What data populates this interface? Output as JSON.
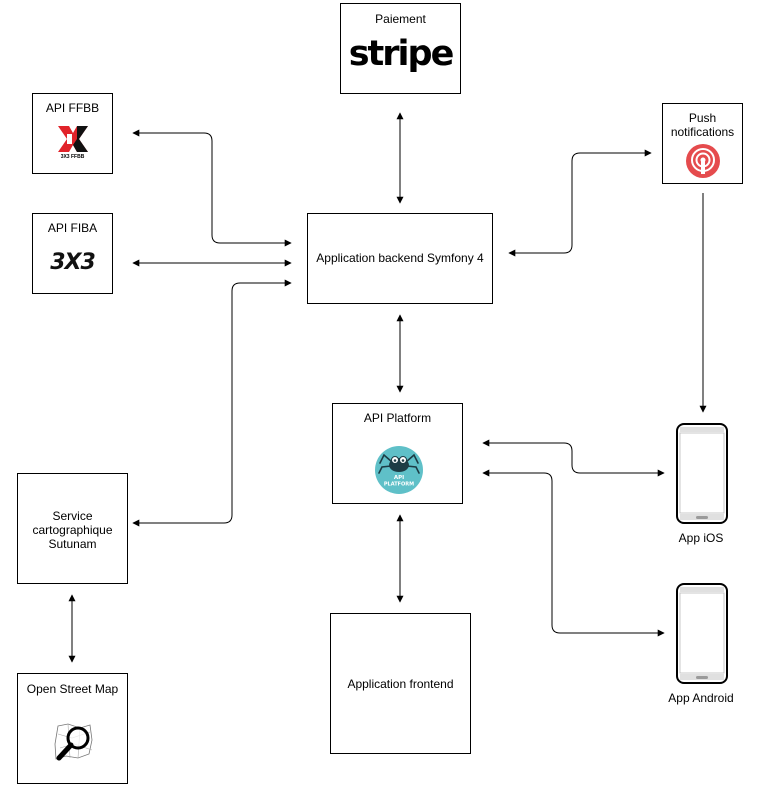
{
  "nodes": {
    "paiement": {
      "label": "Paiement",
      "logo_text": "stripe",
      "logo_icon": "stripe-logo"
    },
    "api_ffbb": {
      "label": "API FFBB",
      "logo_icon": "ffbb-3x3-logo",
      "logo_caption": "3X3 FFBB"
    },
    "api_fiba": {
      "label": "API FIBA",
      "logo_icon": "fiba-3x3-logo",
      "logo_text": "3X3"
    },
    "push": {
      "label_line1": "Push",
      "label_line2": "notifications",
      "logo_icon": "onesignal-icon"
    },
    "backend": {
      "label": "Application backend Symfony 4"
    },
    "api_platform": {
      "label": "API Platform",
      "logo_icon": "api-platform-spider-logo",
      "logo_line1": "API",
      "logo_line2": "PLATFORM"
    },
    "carto": {
      "label_line1": "Service",
      "label_line2": "cartographique",
      "label_line3": "Sutunam"
    },
    "osm": {
      "label": "Open Street Map",
      "logo_icon": "magnifier-map-icon"
    },
    "frontend": {
      "label": "Application frontend"
    },
    "app_ios": {
      "label": "App iOS",
      "icon": "smartphone-icon"
    },
    "app_android": {
      "label": "App Android",
      "icon": "smartphone-icon"
    }
  },
  "colors": {
    "stroke": "#000000",
    "ffbb_red": "#e1232a",
    "onesignal_red": "#e54b4d",
    "api_platform_teal": "#5fc0c8"
  }
}
